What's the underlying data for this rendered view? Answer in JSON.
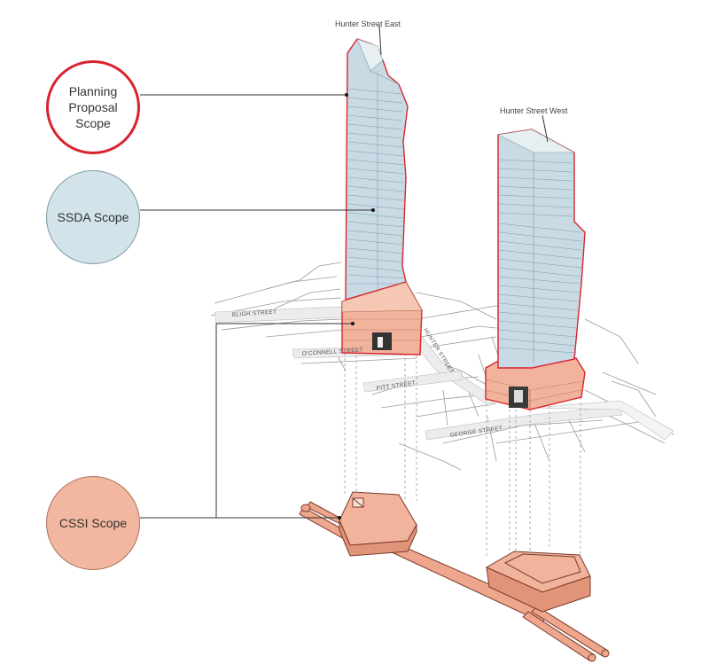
{
  "scopes": {
    "planning": {
      "line1": "Planning",
      "line2": "Proposal",
      "line3": "Scope",
      "border_color": "#d8242f"
    },
    "ssda": {
      "label": "SSDA Scope",
      "fill_color": "#d2e3ea"
    },
    "cssi": {
      "label": "CSSI Scope",
      "fill_color": "#f2b7a0"
    }
  },
  "towers": {
    "east": "Hunter Street East",
    "west": "Hunter Street West"
  },
  "streets": {
    "bligh": "BLIGH STREET",
    "oconnell": "O'CONNELL STREET",
    "hunter": "HUNTER STREET",
    "pitt": "PITT STREET",
    "george": "GEORGE STREET"
  }
}
